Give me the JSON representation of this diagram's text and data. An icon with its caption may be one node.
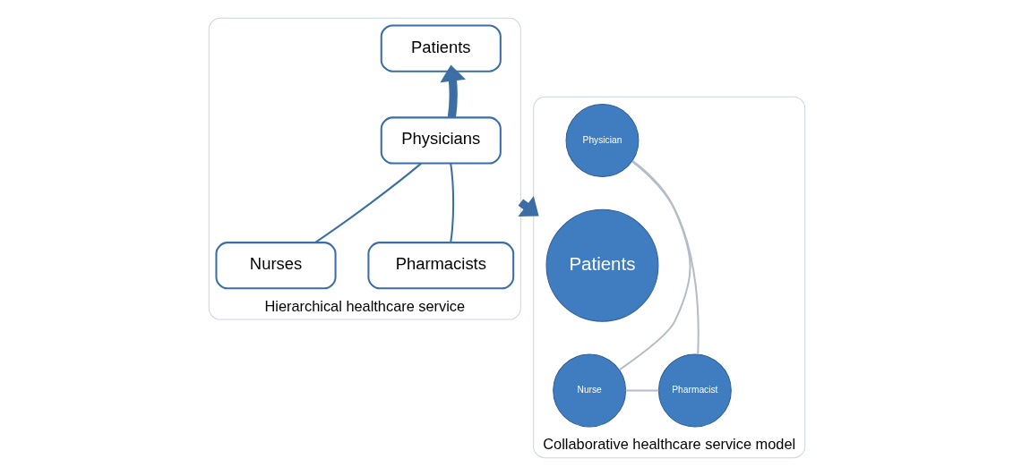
{
  "diagram": {
    "nodes": [
      {
        "text": [
          "Hierarchical healthcare service"
        ]
      },
      {
        "text": [
          "Patients"
        ],
        "in": 0
      },
      {
        "text": [
          "Physicians"
        ],
        "in": 0
      },
      {
        "text": [
          "Nurses"
        ],
        "in": 0
      },
      {
        "text": [
          "Pharmacists"
        ],
        "in": 0
      },
      {
        "text": [
          "Collaborative healthcare service model"
        ]
      },
      {
        "text": [
          "Physician"
        ],
        "in": 5
      },
      {
        "text": [
          "Patients"
        ],
        "in": 5
      },
      {
        "text": [
          "Nurse"
        ],
        "in": 5
      },
      {
        "text": [
          "Pharmacist"
        ],
        "in": 5
      }
    ],
    "edges": [
      {
        "from": 2,
        "to": 1,
        "arrow": "to",
        "style": "thick"
      },
      {
        "from": 2,
        "to": 3,
        "arrow": "none"
      },
      {
        "from": 2,
        "to": 4,
        "arrow": "none"
      },
      {
        "from": 0,
        "to": 5,
        "arrow": "to",
        "style": "thick"
      },
      {
        "from": 6,
        "to": 9,
        "arrow": "none",
        "color": "#b4bcc8"
      },
      {
        "from": 9,
        "to": 8,
        "arrow": "none",
        "color": "#b4bcc8"
      },
      {
        "from": 8,
        "to": 6,
        "arrow": "none",
        "color": "#b4bcc8"
      }
    ]
  }
}
